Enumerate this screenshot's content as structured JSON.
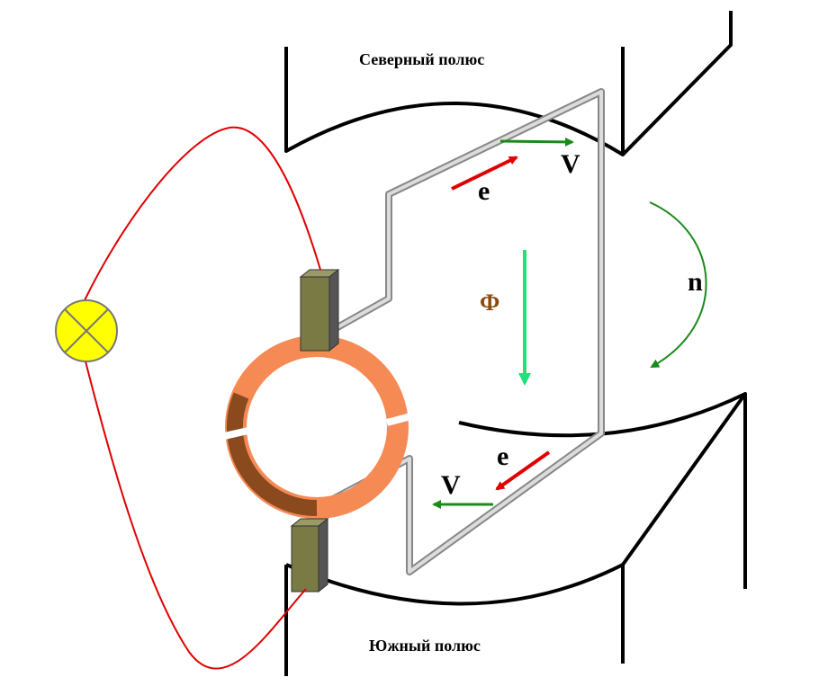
{
  "labels": {
    "north_pole": "Северный полюс",
    "south_pole": "Южный полюс",
    "emf_top": "e",
    "emf_bottom": "e",
    "velocity_top": "V",
    "velocity_bottom": "V",
    "flux": "Ф",
    "rotation": "n"
  },
  "colors": {
    "wire_circuit": "#e00000",
    "loop_frame": "#c8c8c8",
    "commutator": "#f58a55",
    "commutator_dark": "#8a4a1e",
    "brush": "#7a7a45",
    "lamp": "#ffff00",
    "emf_arrow": "#e00000",
    "velocity_arrow": "#1a8a1a",
    "flux_arrow": "#22e07a",
    "flux_label": "#8a4a10",
    "rotation_arrow": "#1a8a1a",
    "magnet_outline": "#000000"
  }
}
